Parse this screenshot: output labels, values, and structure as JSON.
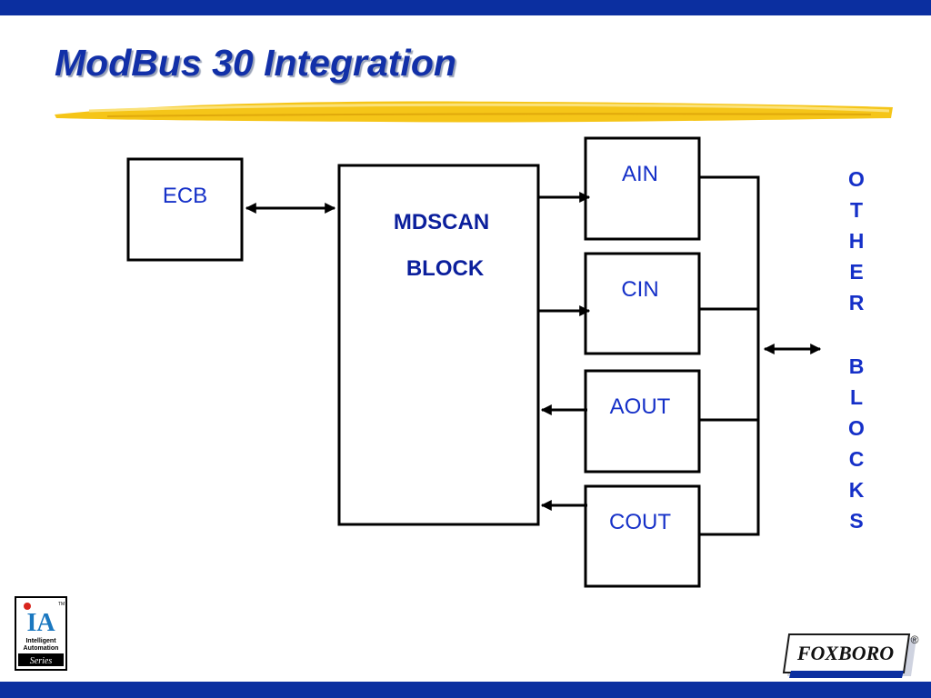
{
  "title": "ModBus 30 Integration",
  "boxes": {
    "ecb": "ECB",
    "mdscan_line1": "MDSCAN",
    "mdscan_line2": "BLOCK",
    "ain": "AIN",
    "cin": "CIN",
    "aout": "AOUT",
    "cout": "COUT"
  },
  "other_blocks": {
    "word1": [
      "O",
      "T",
      "H",
      "E",
      "R"
    ],
    "word2": [
      "B",
      "L",
      "O",
      "C",
      "K",
      "S"
    ]
  },
  "logos": {
    "ia_mark": "IA",
    "ia_tm": "TM",
    "ia_line1": "Intelligent",
    "ia_line2": "Automation",
    "ia_line3": "Series",
    "foxboro": "FOXBORO",
    "foxboro_reg": "®"
  },
  "colors": {
    "banner_blue": "#0b2fa0",
    "title_blue": "#1230a8",
    "label_blue": "#1530c8",
    "highlight_yellow": "#f5c518"
  }
}
